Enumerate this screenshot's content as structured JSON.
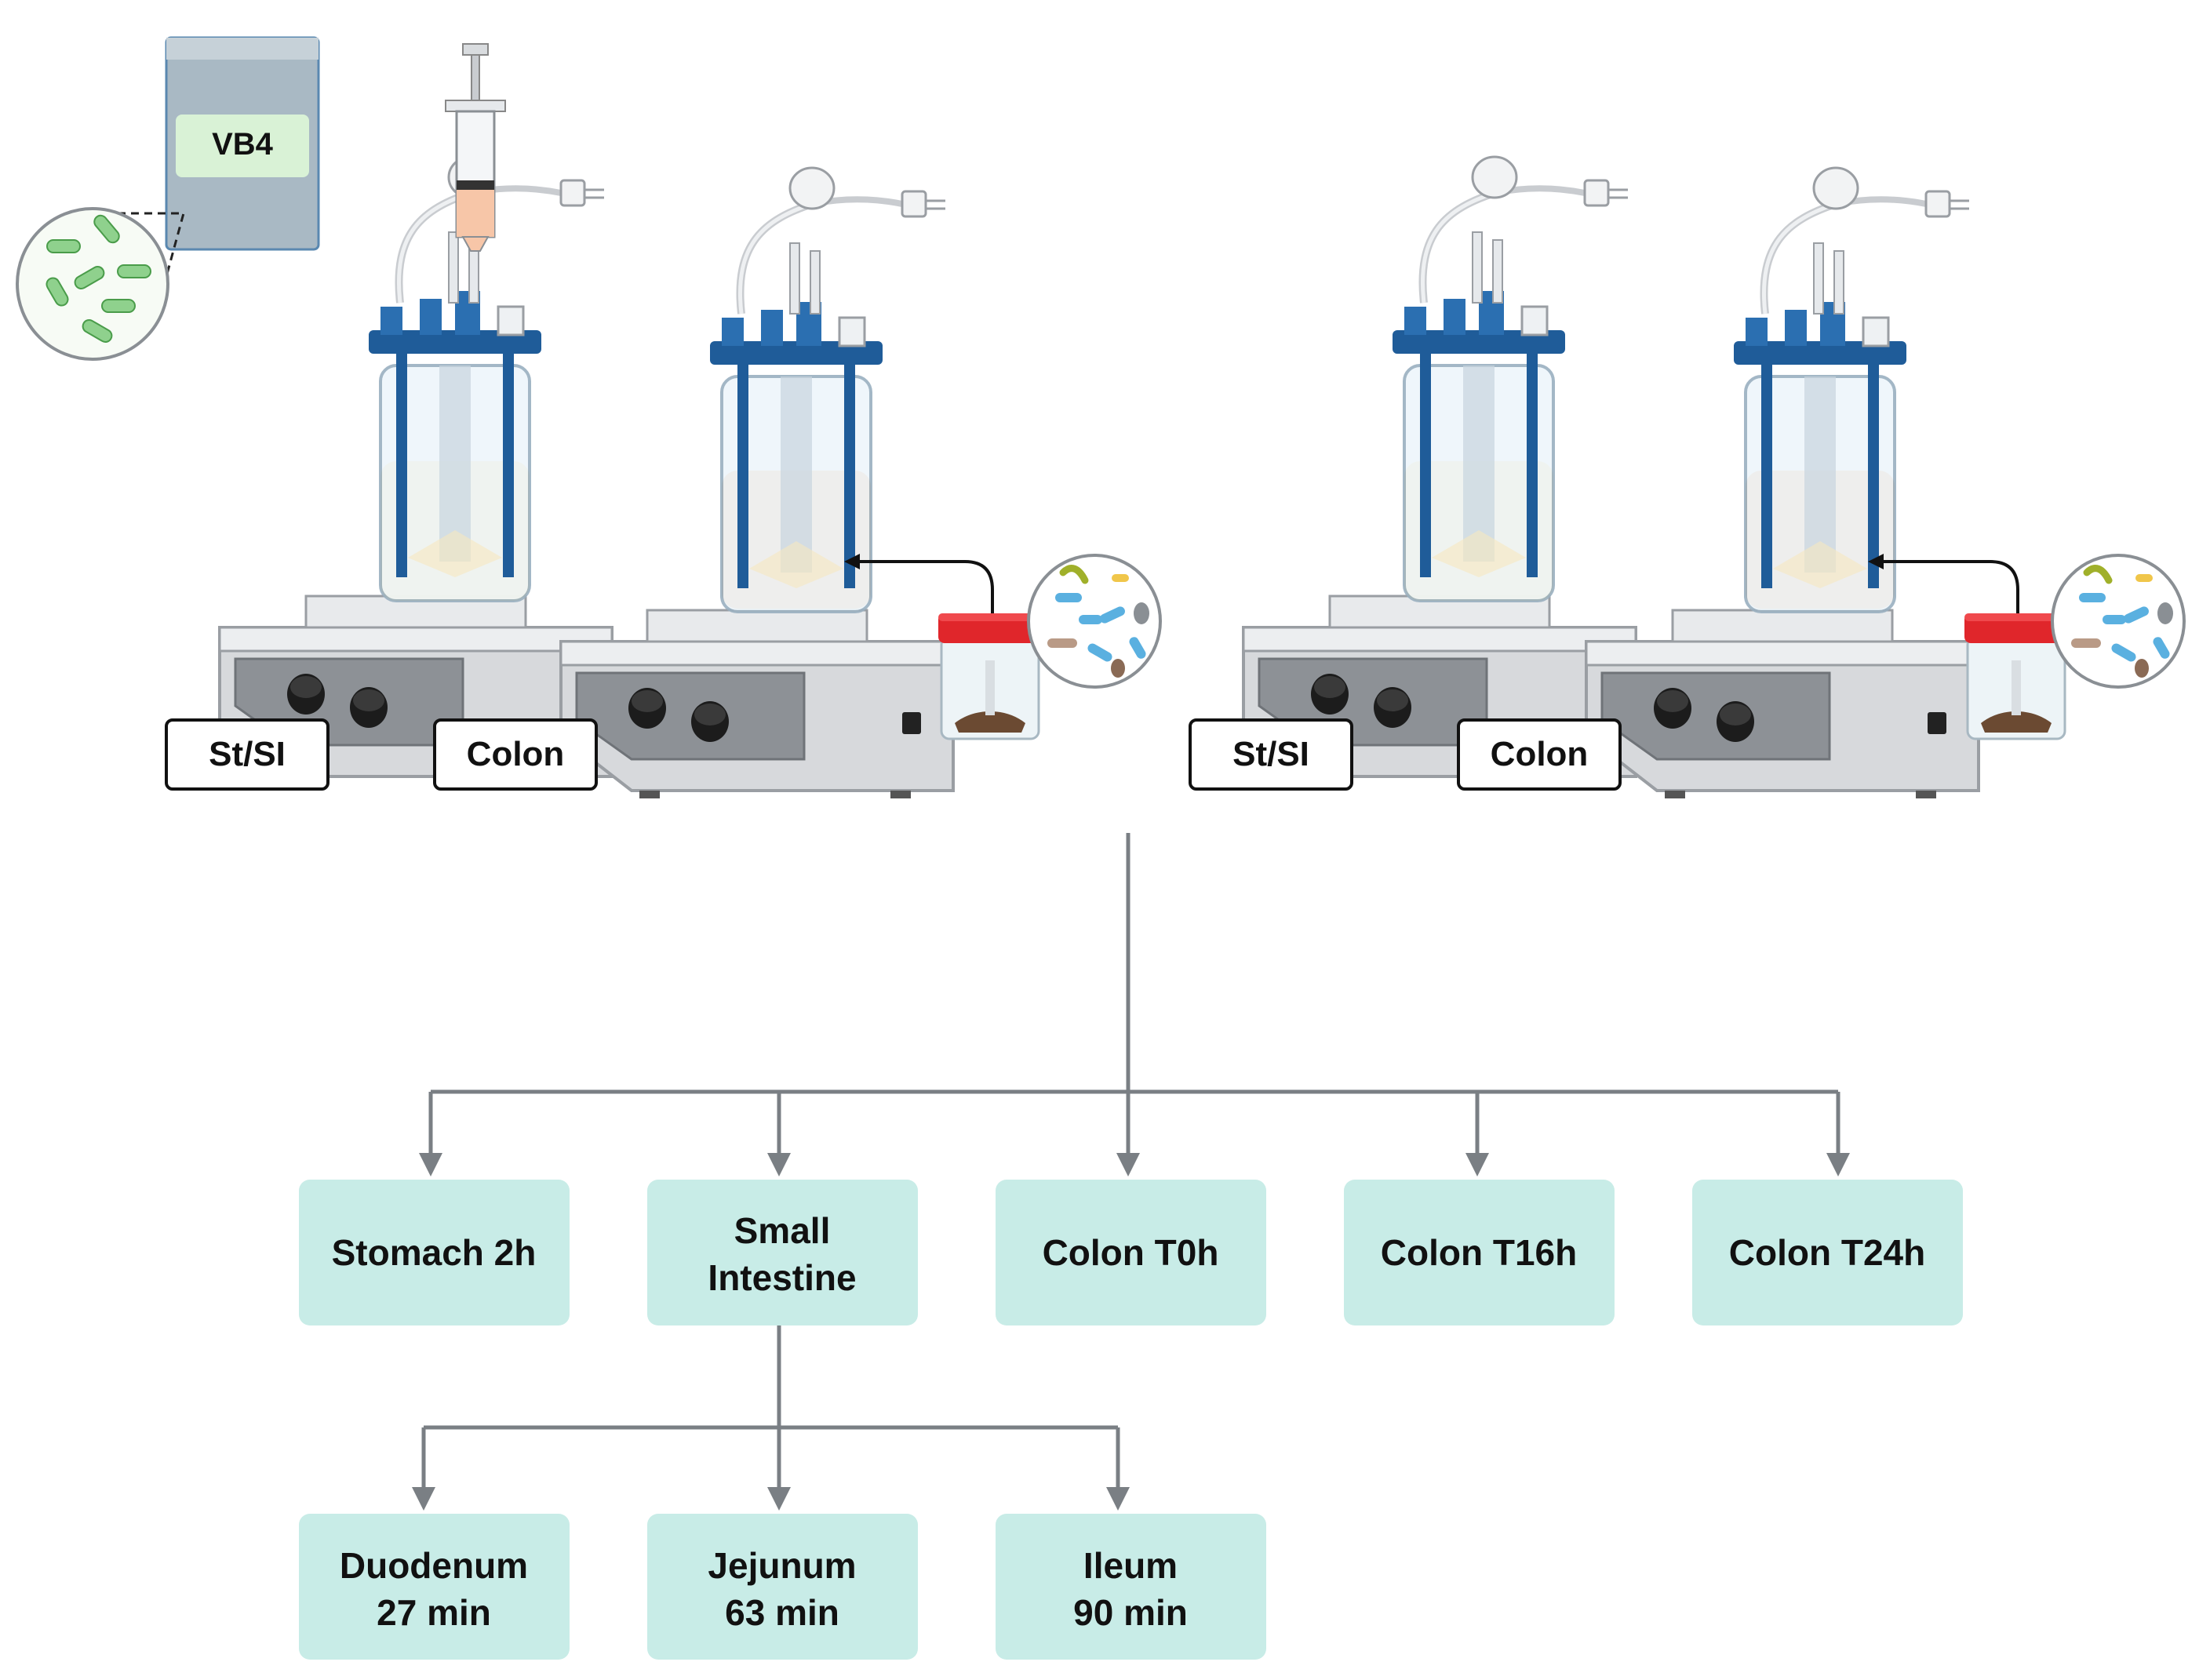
{
  "bag_label": "VB4",
  "stations": [
    {
      "st_label": "St/SI",
      "colon_label": "Colon"
    },
    {
      "st_label": "St/SI",
      "colon_label": "Colon"
    }
  ],
  "samples": [
    {
      "lines": [
        "Stomach 2h"
      ]
    },
    {
      "lines": [
        "Small",
        "Intestine"
      ]
    },
    {
      "lines": [
        "Colon T0h"
      ]
    },
    {
      "lines": [
        "Colon T16h"
      ]
    },
    {
      "lines": [
        "Colon T24h"
      ]
    }
  ],
  "sub_samples": [
    {
      "lines": [
        "Duodenum",
        "27 min"
      ]
    },
    {
      "lines": [
        "Jejunum",
        "63 min"
      ]
    },
    {
      "lines": [
        "Ileum",
        "90 min"
      ]
    }
  ],
  "colors": {
    "sample_box": "#c8ece7",
    "connector": "#7a7f84",
    "lid_blue": "#1f5c99",
    "st_liquid": "#ffd97a",
    "colon_liquid": "#f5a25d",
    "cap_red": "#e0262b"
  }
}
